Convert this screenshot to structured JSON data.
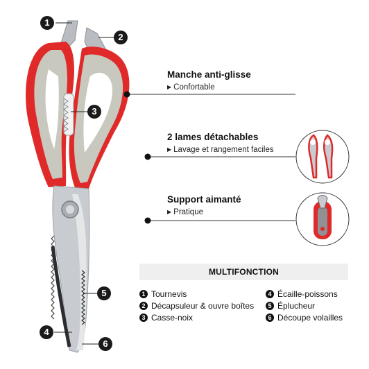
{
  "callouts": [
    "1",
    "2",
    "3",
    "4",
    "5",
    "6"
  ],
  "features": [
    {
      "title": "Manche anti-glisse",
      "subtitle": "Confortable"
    },
    {
      "title": "2 lames détachables",
      "subtitle": "Lavage et rangement faciles"
    },
    {
      "title": "Support aimanté",
      "subtitle": "Pratique"
    }
  ],
  "banner": "MULTIFONCTION",
  "legend": [
    {
      "num": "1",
      "label": "Tournevis"
    },
    {
      "num": "2",
      "label": "Décapsuleur & ouvre boîtes"
    },
    {
      "num": "3",
      "label": "Casse-noix"
    },
    {
      "num": "4",
      "label": "Écaille-poissons"
    },
    {
      "num": "5",
      "label": "Éplucheur"
    },
    {
      "num": "6",
      "label": "Découpe volailles"
    }
  ],
  "colors": {
    "accent_red": "#e02a2a",
    "handle_grey": "#c9c8bf",
    "blade_steel": "#c8ccd0",
    "badge": "#1a1a1a"
  }
}
